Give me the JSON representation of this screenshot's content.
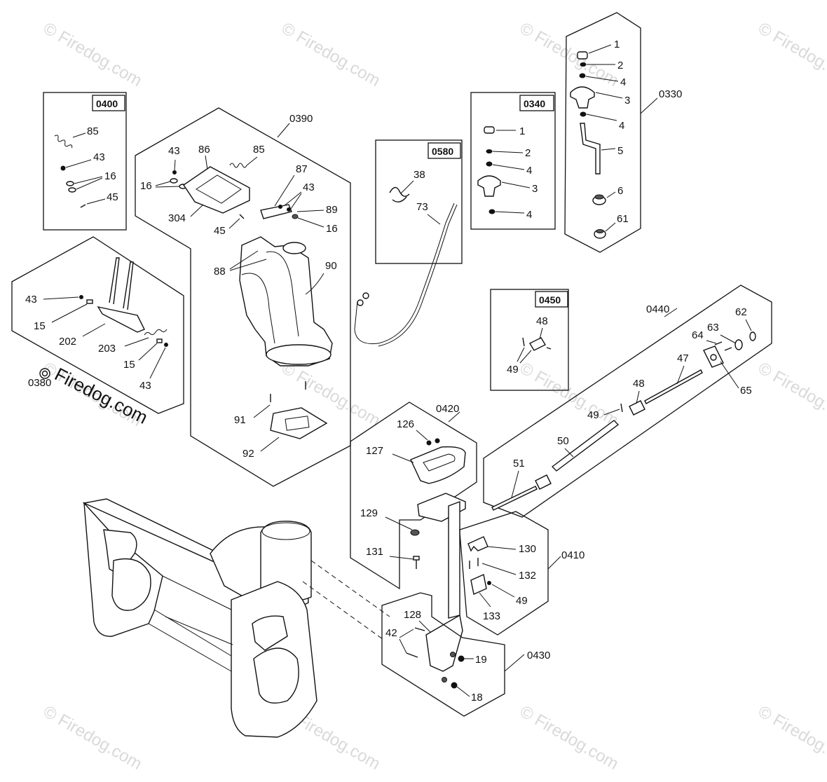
{
  "watermarks": [
    "© Firedog.com",
    "© Firedog.com",
    "© Firedog.com",
    "© Firedog.com",
    "© Firedog.com",
    "© Firedog.com",
    "© Firedog.com",
    "© Firedog.com",
    "© Firedog.com",
    "© Firedog.com",
    "© Firedog.com",
    "© Firedog.com"
  ],
  "big_watermark": "Firedog.com",
  "groups": [
    {
      "id": "0400",
      "label": "0400"
    },
    {
      "id": "0390",
      "label": "0390"
    },
    {
      "id": "0580",
      "label": "0580"
    },
    {
      "id": "0340",
      "label": "0340"
    },
    {
      "id": "0330",
      "label": "0330"
    },
    {
      "id": "0380",
      "label": "0380"
    },
    {
      "id": "0450",
      "label": "0450"
    },
    {
      "id": "0440",
      "label": "0440"
    },
    {
      "id": "0420",
      "label": "0420"
    },
    {
      "id": "0410",
      "label": "0410"
    },
    {
      "id": "0430",
      "label": "0430"
    }
  ],
  "callouts": {
    "g0400": [
      "85",
      "43",
      "16",
      "45"
    ],
    "g0390": [
      "43",
      "86",
      "85",
      "16",
      "304",
      "87",
      "43",
      "89",
      "45",
      "16",
      "88",
      "90",
      "91",
      "92"
    ],
    "g0580": [
      "38",
      "73"
    ],
    "g0340": [
      "1",
      "2",
      "4",
      "3",
      "4"
    ],
    "g0330": [
      "1",
      "2",
      "4",
      "3",
      "4",
      "5",
      "6",
      "61"
    ],
    "g0380": [
      "43",
      "15",
      "202",
      "203",
      "15",
      "43"
    ],
    "g0450": [
      "48",
      "49"
    ],
    "g0440": [
      "62",
      "63",
      "64",
      "65",
      "47",
      "48",
      "49",
      "50",
      "51"
    ],
    "g0420": [
      "126",
      "127",
      "129",
      "131"
    ],
    "g0410": [
      "130",
      "132",
      "49",
      "133"
    ],
    "g0430": [
      "128",
      "42",
      "19",
      "18"
    ]
  }
}
